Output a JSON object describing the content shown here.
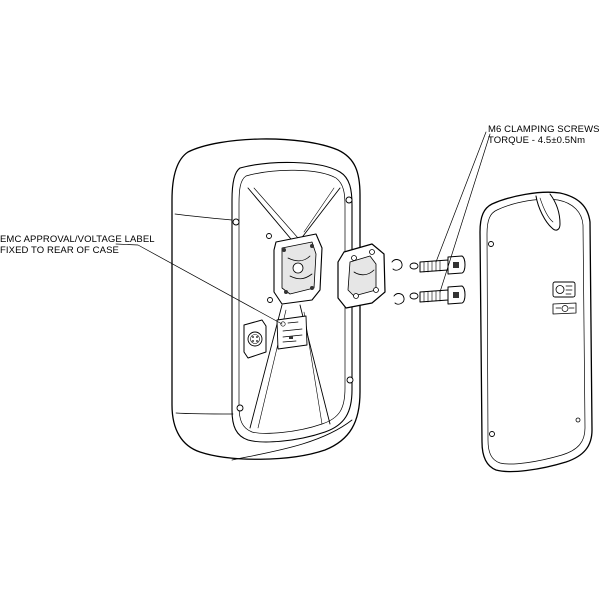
{
  "labels": {
    "emc_line1": "EMC APPROVAL/VOLTAGE LABEL",
    "emc_line2": "FIXED TO REAR OF CASE",
    "screws_line1": "M6 CLAMPING SCREWS",
    "screws_line2": "TORQUE - 4.5±0.5Nm"
  },
  "colors": {
    "line": "#000000",
    "fill": "#ffffff",
    "shade": "#e6e6e6",
    "dark": "#333333"
  }
}
